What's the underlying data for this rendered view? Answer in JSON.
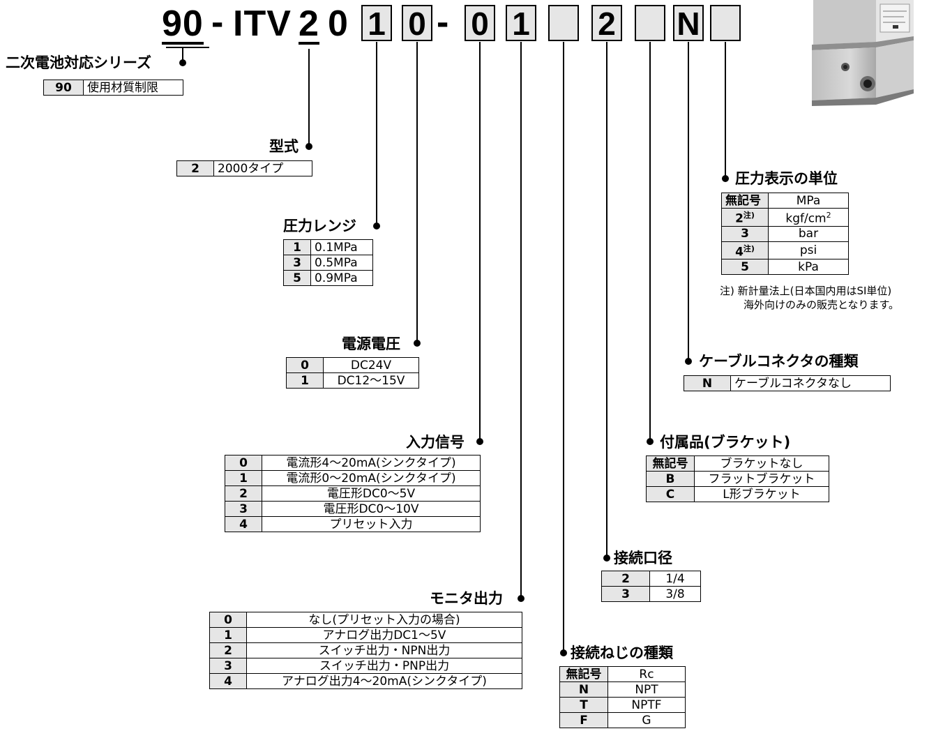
{
  "model": {
    "prefix": "90",
    "dash1": "-",
    "series": "ITV",
    "type_digit": "2",
    "fixed_digit": "0",
    "box_pressure": "1",
    "box_voltage": "0",
    "dash2": "-",
    "box_input": "0",
    "box_monitor": "1",
    "box_thread": "",
    "box_port": "2",
    "box_bracket": "",
    "box_connector": "N",
    "box_unit": ""
  },
  "series_opt": {
    "title": "二次電池対応シリーズ",
    "rows": [
      {
        "code": "90",
        "desc": "使用材質制限"
      }
    ]
  },
  "type_opt": {
    "title": "型式",
    "rows": [
      {
        "code": "2",
        "desc": "2000タイプ"
      }
    ]
  },
  "pressure_opt": {
    "title": "圧力レンジ",
    "rows": [
      {
        "code": "1",
        "desc": "0.1MPa"
      },
      {
        "code": "3",
        "desc": "0.5MPa"
      },
      {
        "code": "5",
        "desc": "0.9MPa"
      }
    ]
  },
  "voltage_opt": {
    "title": "電源電圧",
    "rows": [
      {
        "code": "0",
        "desc": "DC24V"
      },
      {
        "code": "1",
        "desc": "DC12〜15V"
      }
    ]
  },
  "input_opt": {
    "title": "入力信号",
    "rows": [
      {
        "code": "0",
        "desc": "電流形4〜20mA(シンクタイプ)"
      },
      {
        "code": "1",
        "desc": "電流形0〜20mA(シンクタイプ)"
      },
      {
        "code": "2",
        "desc": "電圧形DC0〜5V"
      },
      {
        "code": "3",
        "desc": "電圧形DC0〜10V"
      },
      {
        "code": "4",
        "desc": "プリセット入力"
      }
    ]
  },
  "monitor_opt": {
    "title": "モニタ出力",
    "rows": [
      {
        "code": "0",
        "desc": "なし(プリセット入力の場合)"
      },
      {
        "code": "1",
        "desc": "アナログ出力DC1〜5V"
      },
      {
        "code": "2",
        "desc": "スイッチ出力・NPN出力"
      },
      {
        "code": "3",
        "desc": "スイッチ出力・PNP出力"
      },
      {
        "code": "4",
        "desc": "アナログ出力4〜20mA(シンクタイプ)"
      }
    ]
  },
  "thread_opt": {
    "title": "接続ねじの種類",
    "rows": [
      {
        "code": "無記号",
        "desc": "Rc"
      },
      {
        "code": "N",
        "desc": "NPT"
      },
      {
        "code": "T",
        "desc": "NPTF"
      },
      {
        "code": "F",
        "desc": "G"
      }
    ]
  },
  "port_opt": {
    "title": "接続口径",
    "rows": [
      {
        "code": "2",
        "desc": "1/4"
      },
      {
        "code": "3",
        "desc": "3/8"
      }
    ]
  },
  "bracket_opt": {
    "title": "付属品(ブラケット)",
    "rows": [
      {
        "code": "無記号",
        "desc": "ブラケットなし"
      },
      {
        "code": "B",
        "desc": "フラットブラケット"
      },
      {
        "code": "C",
        "desc": "L形ブラケット"
      }
    ]
  },
  "connector_opt": {
    "title": "ケーブルコネクタの種類",
    "rows": [
      {
        "code": "N",
        "desc": "ケーブルコネクタなし"
      }
    ]
  },
  "unit_opt": {
    "title": "圧力表示の単位",
    "rows": [
      {
        "code": "無記号",
        "note": "",
        "desc": "MPa",
        "sup": ""
      },
      {
        "code": "2",
        "note": "注)",
        "desc": "kgf/cm",
        "sup": "2"
      },
      {
        "code": "3",
        "note": "",
        "desc": "bar",
        "sup": ""
      },
      {
        "code": "4",
        "note": "注)",
        "desc": "psi",
        "sup": ""
      },
      {
        "code": "5",
        "note": "",
        "desc": "kPa",
        "sup": ""
      }
    ],
    "footnote_1": "注) 新計量法上(日本国内用はSI単位)",
    "footnote_2": "海外向けのみの販売となります。"
  }
}
